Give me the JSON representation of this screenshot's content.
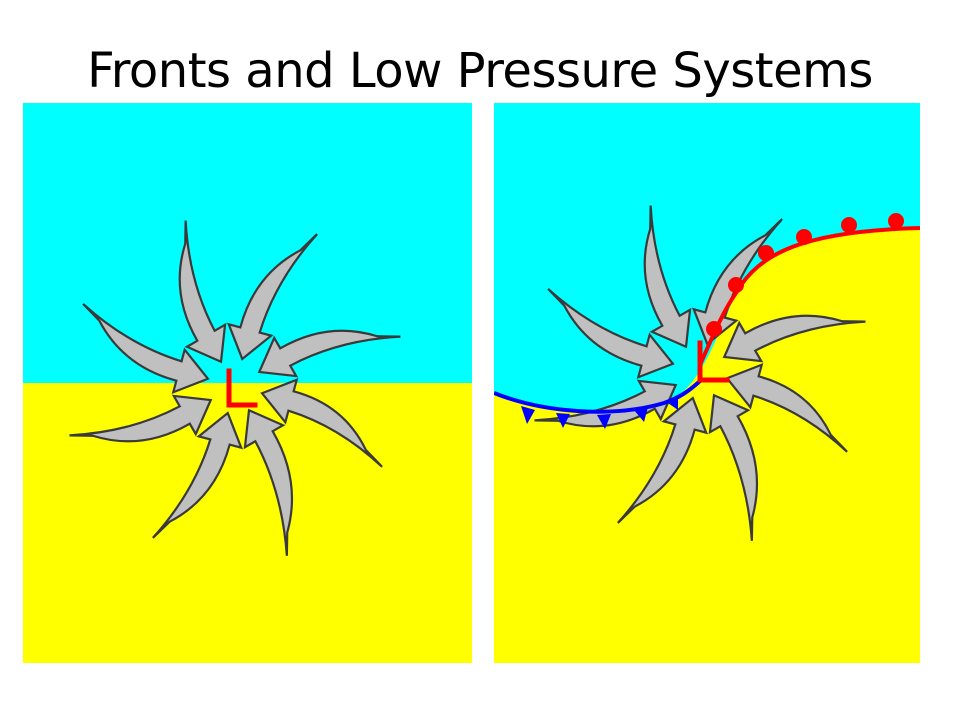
{
  "slide": {
    "title": "Fronts and Low Pressure Systems"
  },
  "colors": {
    "cold_air": "#00ffff",
    "warm_air": "#ffff00",
    "arrow_fill": "#c0c0c0",
    "arrow_outline": "#3a3a3a",
    "low_symbol": "#ff0000",
    "cold_front": "#0000ff",
    "warm_front": "#ff0000"
  },
  "panels": [
    {
      "id": "left",
      "has_fronts": false
    },
    {
      "id": "right",
      "has_fronts": true
    }
  ]
}
